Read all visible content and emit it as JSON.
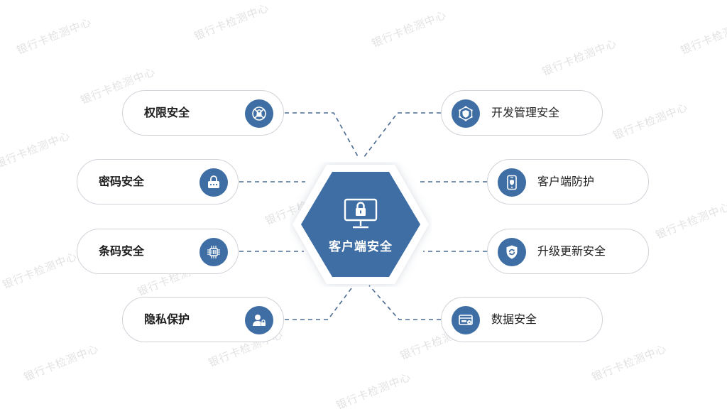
{
  "watermark": "银行卡检测中心",
  "center": {
    "title": "客户端安全",
    "icon": "monitor-lock-icon"
  },
  "left_items": [
    {
      "label": "权限安全",
      "icon": "lock-blocked-icon"
    },
    {
      "label": "密码安全",
      "icon": "padlock-password-icon"
    },
    {
      "label": "条码安全",
      "icon": "chip-barcode-icon"
    },
    {
      "label": "隐私保护",
      "icon": "person-lock-icon"
    }
  ],
  "right_items": [
    {
      "label": "开发管理安全",
      "icon": "hexagon-shield-network-icon"
    },
    {
      "label": "客户端防护",
      "icon": "phone-shield-icon"
    },
    {
      "label": "升级更新安全",
      "icon": "shield-refresh-icon"
    },
    {
      "label": "数据安全",
      "icon": "card-reader-icon"
    }
  ],
  "colors": {
    "accent": "#3e6ea3",
    "line": "#4a6c93",
    "border": "#cfd3d8"
  }
}
